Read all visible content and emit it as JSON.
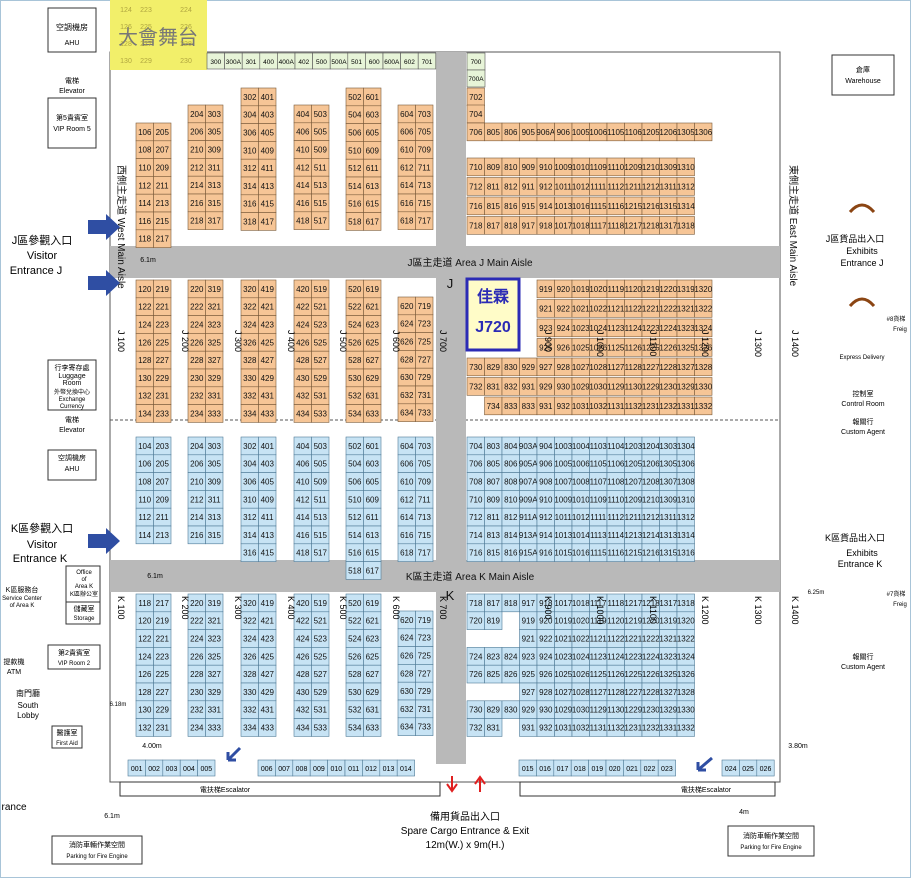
{
  "stage": {
    "label": "大會舞台"
  },
  "aisles": {
    "j_main": "J區主走道 Area J Main Aisle",
    "k_main": "K區主走道 Area K Main Aisle",
    "west": "西側主走道 West Main Aisle",
    "east": "東側主走道 East Main Aisle",
    "j_letter": "J",
    "k_letter": "K"
  },
  "highlight": {
    "name": "佳霖",
    "booth": "J720"
  },
  "left_labels": {
    "visitor_j_cn": "J區參觀入口",
    "visitor_j_en1": "Visitor",
    "visitor_j_en2": "Entrance J",
    "visitor_k_cn": "K區參觀入口",
    "visitor_k_en1": "Visitor",
    "visitor_k_en2": "Entrance K",
    "ahu": "空調機房",
    "ahu_en": "AHU",
    "elevator_cn": "電梯",
    "elevator_en": "Elevator",
    "vip5_cn": "第5貴賓室",
    "vip5_en": "VIP Room 5",
    "luggage_cn": "行李寄存處",
    "luggage_en1": "Luggage",
    "luggage_en2": "Room",
    "exchange_cn": "外幣兌換中心",
    "exchange_en1": "Exchange",
    "exchange_en2": "Currency",
    "service_cn": "K區服務台",
    "service_en1": "Service Center",
    "service_en2": "of Area K",
    "office_en1": "Office",
    "office_en2": "of",
    "office_en3": "Area K",
    "office_cn": "K區辦公室",
    "storage_cn": "儲藏室",
    "storage_en": "Storage",
    "vip2_cn": "第2貴賓室",
    "vip2_en": "VIP Room 2",
    "atm_cn": "提款機",
    "atm_en": "ATM",
    "south_cn": "南門廳",
    "south_en1": "South",
    "south_en2": "Lobby",
    "firstaid_cn": "醫護室",
    "firstaid_en": "First Aid",
    "entrance": "rance"
  },
  "right_labels": {
    "warehouse_cn": "倉庫",
    "warehouse_en": "Warehouse",
    "exhibits_j_cn": "J區貨品出入口",
    "exhibits_j_en1": "Exhibits",
    "exhibits_j_en2": "Entrance J",
    "exhibits_k_cn": "K區貨品出入口",
    "exhibits_k_en1": "Exhibits",
    "exhibits_k_en2": "Entrance K",
    "control_cn": "控制室",
    "control_en": "Control Room",
    "customs_cn": "報關行",
    "customs_en": "Custom Agent",
    "express_en": "Express Delivery",
    "freight8": "#8貨梯",
    "freight8_en": "Freig",
    "freight7": "#7貨梯",
    "freight7_en": "Freig"
  },
  "bottom": {
    "escalator": "電扶梯Escalator",
    "spare_cn": "備用貨品出入口",
    "spare_en": "Spare Cargo Entrance & Exit",
    "spare_size": "12m(W.) x 9m(H.)",
    "parking_cn": "消防車輛作業空間",
    "parking_en": "Parking for Fire Engine"
  },
  "dims": {
    "d61a": "6.1m",
    "d61b": "6.1m",
    "d61c": "6.1m",
    "d400a": "4.00m",
    "d380": "3.80m",
    "d4m": "4m",
    "d618": "6.18m",
    "d625": "6.25m"
  },
  "colors": {
    "area_j": "#f6c596",
    "area_k": "#c7e3f4",
    "aisle": "#b9b9b9",
    "stage": "#f2ef6a",
    "highlight": "#fffcc8",
    "highlight_border": "#2b2bb5",
    "arrow": "#2f4ea3"
  },
  "booths_top_j": [
    {
      "r": "124",
      "c": "223"
    },
    {
      "r": "126",
      "c": "225"
    },
    {
      "r": "128",
      "c": "227"
    },
    {
      "r": "130",
      "c": "229"
    }
  ],
  "row_top_j_labels": [
    "224",
    "226",
    "228",
    "230"
  ],
  "top_row": [
    "300",
    "300A",
    "301",
    "400",
    "400A",
    "402",
    "500",
    "500A",
    "501",
    "600",
    "600A",
    "602",
    "701"
  ],
  "booths_j": [
    [
      "106",
      "205"
    ],
    [
      "108",
      "207"
    ],
    [
      "110",
      "209"
    ],
    [
      "112",
      "211"
    ],
    [
      "114",
      "213"
    ],
    [
      "116",
      "215"
    ],
    [
      "118",
      "217"
    ],
    [
      "120",
      "219"
    ],
    [
      "122",
      "221"
    ],
    [
      "124",
      "223"
    ],
    [
      "126",
      "225"
    ],
    [
      "128",
      "227"
    ],
    [
      "130",
      "229"
    ],
    [
      "132",
      "231"
    ],
    [
      "134",
      "233"
    ]
  ],
  "booths_k": [
    [
      "104",
      "203"
    ],
    [
      "106",
      "205"
    ],
    [
      "108",
      "207"
    ],
    [
      "110",
      "209"
    ],
    [
      "112",
      "211"
    ],
    [
      "114",
      "213"
    ],
    [
      "118",
      "217"
    ],
    [
      "120",
      "219"
    ],
    [
      "122",
      "221"
    ],
    [
      "124",
      "223"
    ],
    [
      "126",
      "225"
    ],
    [
      "128",
      "227"
    ],
    [
      "130",
      "229"
    ],
    [
      "132",
      "231"
    ]
  ],
  "col_labels_j": [
    "J 100",
    "J 200",
    "J 300",
    "J 400",
    "J 500",
    "J 600",
    "J 700",
    "J 900",
    "J 1000",
    "J 1100",
    "J 1200",
    "J 1300",
    "J 1400"
  ],
  "col_labels_k": [
    "K 100",
    "K 200",
    "K 300",
    "K 400",
    "K 500",
    "K 600",
    "K 700",
    "K 900",
    "K 1000",
    "K 1100",
    "K 1200",
    "K 1300",
    "K 1400"
  ],
  "j_block_rows": [
    [
      "204",
      "303"
    ],
    [
      "206",
      "305"
    ],
    [
      "210",
      "309"
    ],
    [
      "212",
      "311"
    ],
    [
      "214",
      "313"
    ],
    [
      "216",
      "315"
    ],
    [
      "218",
      "317"
    ],
    [
      "220",
      "319"
    ],
    [
      "222",
      "321"
    ],
    [
      "224",
      "323"
    ],
    [
      "226",
      "325"
    ],
    [
      "228",
      "327"
    ],
    [
      "230",
      "329"
    ],
    [
      "232",
      "331"
    ],
    [
      "234",
      "333"
    ]
  ],
  "j_upper": [
    [
      "302",
      "401"
    ],
    [
      "304",
      "403"
    ],
    [
      "306",
      "405"
    ],
    [
      "310",
      "409"
    ],
    [
      "312",
      "411"
    ],
    [
      "314",
      "413"
    ],
    [
      "316",
      "415"
    ],
    [
      "318",
      "417"
    ]
  ],
  "j_lower": [
    [
      "320",
      "419"
    ],
    [
      "322",
      "421"
    ],
    [
      "324",
      "423"
    ],
    [
      "326",
      "425"
    ],
    [
      "328",
      "427"
    ],
    [
      "330",
      "429"
    ],
    [
      "332",
      "431"
    ],
    [
      "334",
      "433"
    ]
  ],
  "col4_upper": [
    [
      "404",
      "503"
    ],
    [
      "406",
      "505"
    ],
    [
      "410",
      "509"
    ],
    [
      "412",
      "511"
    ],
    [
      "414",
      "513"
    ],
    [
      "416",
      "515"
    ],
    [
      "418",
      "517"
    ]
  ],
  "col4_lower": [
    [
      "420",
      "519"
    ],
    [
      "422",
      "521"
    ],
    [
      "424",
      "523"
    ],
    [
      "426",
      "525"
    ],
    [
      "428",
      "527"
    ],
    [
      "430",
      "529"
    ],
    [
      "432",
      "531"
    ],
    [
      "434",
      "533"
    ]
  ],
  "col5_upper": [
    [
      "502",
      "601"
    ],
    [
      "504",
      "603"
    ],
    [
      "506",
      "605"
    ],
    [
      "510",
      "609"
    ],
    [
      "512",
      "611"
    ],
    [
      "514",
      "613"
    ],
    [
      "516",
      "615"
    ],
    [
      "518",
      "617"
    ]
  ],
  "col5_lower": [
    [
      "520",
      "619"
    ],
    [
      "522",
      "621"
    ],
    [
      "524",
      "623"
    ],
    [
      "526",
      "625"
    ],
    [
      "528",
      "627"
    ],
    [
      "530",
      "629"
    ],
    [
      "532",
      "631"
    ],
    [
      "534",
      "633"
    ]
  ],
  "col6_upper": [
    [
      "604",
      "703"
    ],
    [
      "606",
      "705"
    ],
    [
      "610",
      "709"
    ],
    [
      "612",
      "711"
    ],
    [
      "614",
      "713"
    ],
    [
      "616",
      "715"
    ],
    [
      "618",
      "717"
    ]
  ],
  "col6_lower": [
    [
      "620",
      "719"
    ],
    [
      "624",
      "723"
    ],
    [
      "626",
      "725"
    ],
    [
      "628",
      "727"
    ],
    [
      "630",
      "729"
    ],
    [
      "632",
      "731"
    ],
    [
      "634",
      "733"
    ]
  ],
  "j7_right_upper": [
    [
      "702"
    ],
    [
      "704"
    ],
    [
      "706",
      "805",
      "806",
      "905",
      "906A",
      "906",
      "1005",
      "1006",
      "1105",
      "1106",
      "1205",
      "1206",
      "1305",
      "1306"
    ]
  ],
  "j_right_rows": [
    [
      "710",
      "809",
      "810",
      "909",
      "910",
      "1009",
      "1010",
      "1109",
      "1110",
      "1209",
      "1210",
      "1309",
      "1310"
    ],
    [
      "712",
      "811",
      "812",
      "911",
      "912",
      "1011",
      "1012",
      "1111",
      "1112",
      "1211",
      "1212",
      "1311",
      "1312"
    ],
    [
      "716",
      "815",
      "816",
      "915",
      "914",
      "1013",
      "1016",
      "1115",
      "1116",
      "1215",
      "1216",
      "1315",
      "1314"
    ],
    [
      "718",
      "817",
      "818",
      "917",
      "918",
      "1017",
      "1018",
      "1117",
      "1118",
      "1217",
      "1218",
      "1317",
      "1318"
    ]
  ],
  "j_right_lower": [
    [
      "919",
      "920",
      "1019",
      "1020",
      "1119",
      "1120",
      "1219",
      "1220",
      "1319",
      "1320"
    ],
    [
      "921",
      "922",
      "1021",
      "1022",
      "1121",
      "1122",
      "1221",
      "1222",
      "1321",
      "1322"
    ],
    [
      "923",
      "924",
      "1023",
      "1024",
      "1123",
      "1124",
      "1223",
      "1224",
      "1323",
      "1324"
    ],
    [
      "925",
      "926",
      "1025",
      "1026",
      "1125",
      "1126",
      "1225",
      "1226",
      "1325",
      "1326"
    ],
    [
      "730",
      "829",
      "830",
      "929",
      "927",
      "928",
      "1027",
      "1028",
      "1127",
      "1128",
      "1227",
      "1228",
      "1327",
      "1328"
    ],
    [
      "732",
      "831",
      "832",
      "931",
      "929",
      "930",
      "1029",
      "1030",
      "1129",
      "1130",
      "1229",
      "1230",
      "1329",
      "1330"
    ],
    [
      "734",
      "833",
      "833",
      "931",
      "932",
      "1031",
      "1032",
      "1131",
      "1132",
      "1231",
      "1232",
      "1331",
      "1332"
    ]
  ],
  "k_right_rows": [
    [
      "704",
      "803",
      "804",
      "903A",
      "904",
      "1003",
      "1004",
      "1103",
      "1104",
      "1203",
      "1204",
      "1303",
      "1304"
    ],
    [
      "706",
      "805",
      "806",
      "905A",
      "906",
      "1005",
      "1006",
      "1105",
      "1106",
      "1205",
      "1206",
      "1305",
      "1306"
    ],
    [
      "708",
      "807",
      "808",
      "907A",
      "908",
      "1007",
      "1008",
      "1107",
      "1108",
      "1207",
      "1208",
      "1307",
      "1308"
    ],
    [
      "710",
      "809",
      "810",
      "909A",
      "910",
      "1009",
      "1010",
      "1109",
      "1110",
      "1209",
      "1210",
      "1309",
      "1310"
    ],
    [
      "712",
      "811",
      "812",
      "911A",
      "912",
      "1011",
      "1012",
      "1111",
      "1112",
      "1211",
      "1212",
      "1311",
      "1312"
    ],
    [
      "714",
      "813",
      "814",
      "913A",
      "914",
      "1013",
      "1014",
      "1113",
      "1114",
      "1213",
      "1214",
      "1313",
      "1314"
    ],
    [
      "716",
      "815",
      "816",
      "915A",
      "916",
      "1015",
      "1016",
      "1115",
      "1116",
      "1215",
      "1216",
      "1315",
      "1316"
    ]
  ],
  "k_right_lower": [
    [
      "718",
      "817",
      "818",
      "917",
      "918",
      "1017",
      "1018",
      "1117",
      "1118",
      "1217",
      "1218",
      "1317",
      "1318"
    ],
    [
      "720",
      "819",
      "",
      "919",
      "920",
      "1019",
      "1020",
      "1119",
      "1120",
      "1219",
      "1220",
      "1319",
      "1320"
    ],
    [
      "",
      "",
      "",
      "921",
      "922",
      "1021",
      "1022",
      "1121",
      "1122",
      "1221",
      "1222",
      "1321",
      "1322"
    ],
    [
      "724",
      "823",
      "824",
      "923",
      "924",
      "1023",
      "1024",
      "1123",
      "1124",
      "1223",
      "1224",
      "1323",
      "1324"
    ],
    [
      "726",
      "825",
      "826",
      "925",
      "926",
      "1025",
      "1026",
      "1125",
      "1126",
      "1225",
      "1226",
      "1325",
      "1326"
    ],
    [
      "",
      "",
      "",
      "927",
      "928",
      "1027",
      "1028",
      "1127",
      "1128",
      "1227",
      "1228",
      "1327",
      "1328"
    ],
    [
      "730",
      "829",
      "830",
      "929",
      "930",
      "1029",
      "1030",
      "1129",
      "1130",
      "1229",
      "1230",
      "1329",
      "1330"
    ],
    [
      "732",
      "831",
      "",
      "931",
      "932",
      "1031",
      "1032",
      "1131",
      "1132",
      "1231",
      "1232",
      "1331",
      "1332"
    ]
  ],
  "bottom_row_left": [
    "001",
    "002",
    "003",
    "004",
    "005"
  ],
  "bottom_row_mid": [
    "006",
    "007",
    "008",
    "009",
    "010",
    "011",
    "012",
    "013",
    "014"
  ],
  "bottom_row_right": [
    "015",
    "016",
    "017",
    "018",
    "019",
    "020",
    "021",
    "022",
    "023"
  ],
  "bottom_row_far": [
    "024",
    "025",
    "026"
  ]
}
